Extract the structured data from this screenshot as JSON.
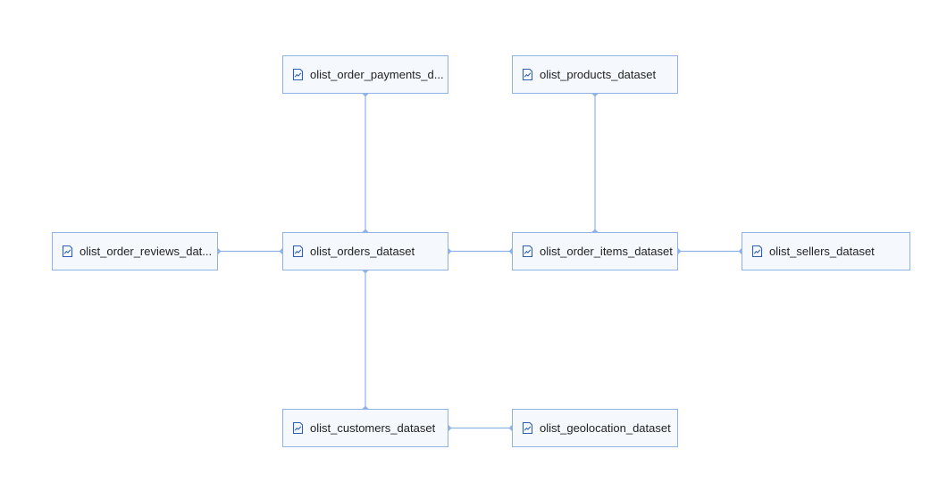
{
  "colors": {
    "line": "#8fb3e6",
    "node_border": "#8fb3e6",
    "node_fill": "#f5f9fe",
    "icon": "#2f5fb3"
  },
  "nodes": {
    "payments": {
      "label": "olist_order_payments_d...",
      "icon": "dataset-chart-icon"
    },
    "products": {
      "label": "olist_products_dataset",
      "icon": "dataset-chart-icon"
    },
    "reviews": {
      "label": "olist_order_reviews_dat...",
      "icon": "dataset-chart-icon"
    },
    "orders": {
      "label": "olist_orders_dataset",
      "icon": "dataset-chart-icon"
    },
    "order_items": {
      "label": "olist_order_items_dataset",
      "icon": "dataset-chart-icon"
    },
    "sellers": {
      "label": "olist_sellers_dataset",
      "icon": "dataset-chart-icon"
    },
    "customers": {
      "label": "olist_customers_dataset",
      "icon": "dataset-chart-icon"
    },
    "geolocation": {
      "label": "olist_geolocation_dataset",
      "icon": "dataset-chart-icon"
    }
  },
  "links": [
    {
      "from": "payments",
      "to": "orders"
    },
    {
      "from": "products",
      "to": "order_items"
    },
    {
      "from": "reviews",
      "to": "orders"
    },
    {
      "from": "orders",
      "to": "order_items"
    },
    {
      "from": "order_items",
      "to": "sellers"
    },
    {
      "from": "orders",
      "to": "customers"
    },
    {
      "from": "customers",
      "to": "geolocation"
    }
  ]
}
